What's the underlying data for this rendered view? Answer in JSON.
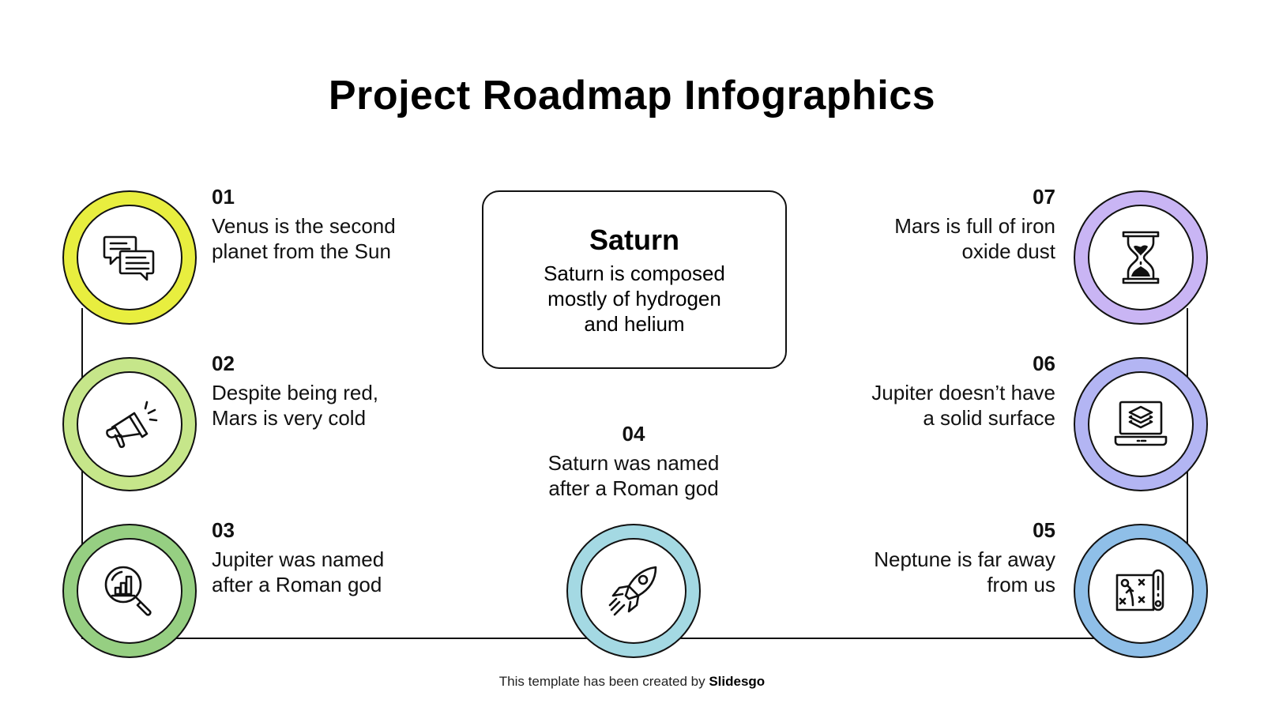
{
  "title": "Project Roadmap Infographics",
  "center_box": {
    "title": "Saturn",
    "desc_lines": [
      "Saturn is composed",
      "mostly of hydrogen",
      "and helium"
    ]
  },
  "steps": [
    {
      "num": "01",
      "lines": [
        "Venus is the second",
        "planet from the Sun"
      ],
      "icon": "chat-bubbles-icon",
      "color": "#e8ee3f"
    },
    {
      "num": "02",
      "lines": [
        "Despite being red,",
        "Mars is very cold"
      ],
      "icon": "megaphone-icon",
      "color": "#c6e68a"
    },
    {
      "num": "03",
      "lines": [
        "Jupiter was named",
        "after a Roman god"
      ],
      "icon": "magnifier-chart-icon",
      "color": "#96cf82"
    },
    {
      "num": "04",
      "lines": [
        "Saturn was named",
        "after a Roman god"
      ],
      "icon": "rocket-icon",
      "color": "#a4d9e3"
    },
    {
      "num": "05",
      "lines": [
        "Neptune is far away",
        "from us"
      ],
      "icon": "strategy-map-icon",
      "color": "#8fbfe8"
    },
    {
      "num": "06",
      "lines": [
        "Jupiter doesn’t have",
        "a solid surface"
      ],
      "icon": "laptop-layers-icon",
      "color": "#b3b5f3"
    },
    {
      "num": "07",
      "lines": [
        "Mars is full of iron",
        "oxide dust"
      ],
      "icon": "hourglass-icon",
      "color": "#c9b5f4"
    }
  ],
  "footer": {
    "prefix": "This template has been created by ",
    "brand": "Slidesgo"
  }
}
